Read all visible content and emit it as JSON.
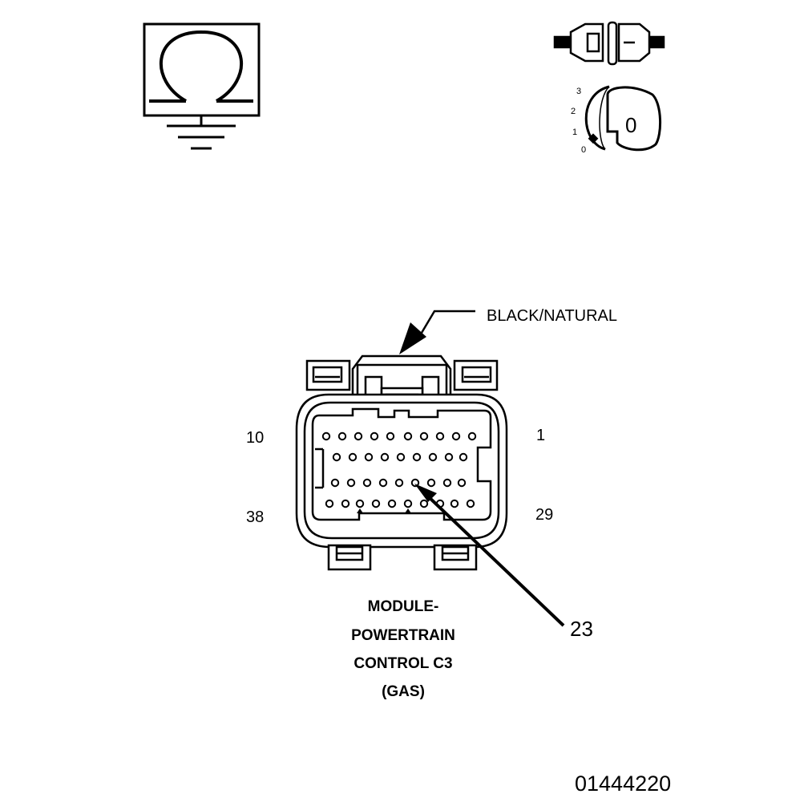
{
  "meter_icon": {
    "name": "ohmmeter-ground-icon",
    "symbol": "Ω"
  },
  "ignition_icon": {
    "name": "ignition-key-off-icon",
    "positions": [
      "3",
      "2",
      "1",
      "0"
    ],
    "key_label": "0"
  },
  "connector": {
    "color_label": "BLACK/NATURAL",
    "pin_labels": {
      "top_left": "10",
      "top_right": "1",
      "bottom_left": "38",
      "bottom_right": "29"
    },
    "callout_pin": "23",
    "title_lines": [
      "MODULE-",
      "POWERTRAIN",
      "CONTROL C3",
      "(GAS)"
    ]
  },
  "figure_id": "01444220"
}
